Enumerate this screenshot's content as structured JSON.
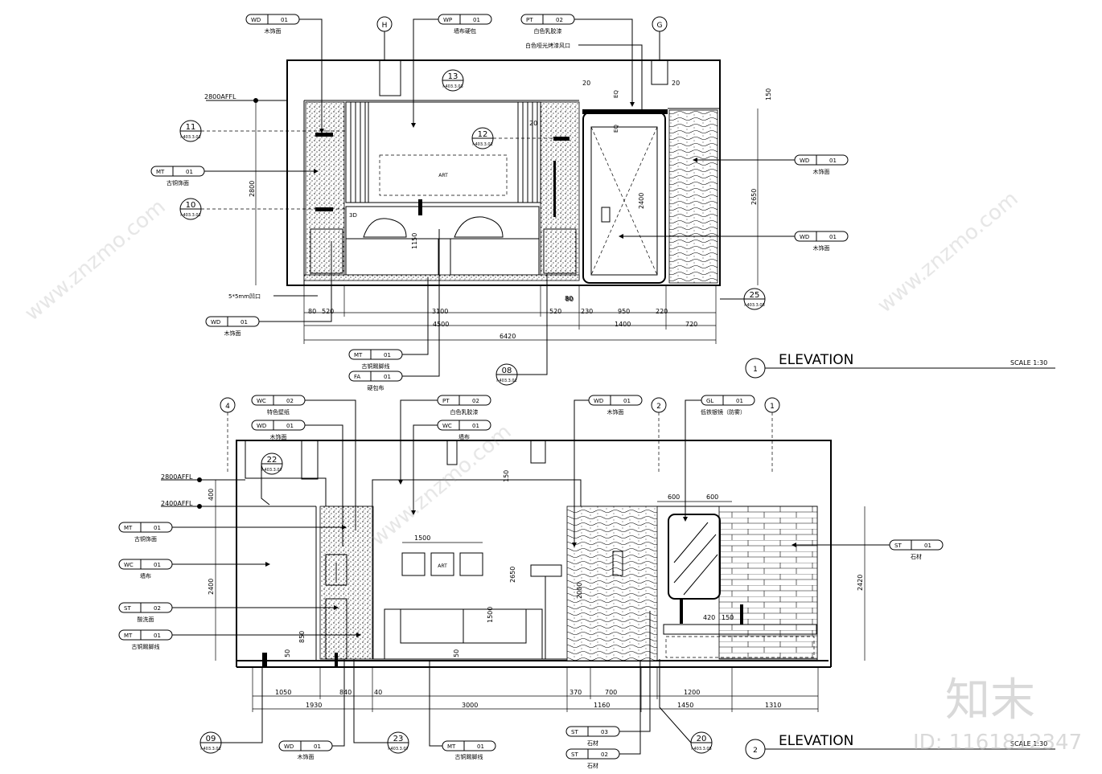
{
  "elevation1": {
    "title": "ELEVATION",
    "number": "1",
    "scale": "SCALE 1:30",
    "grids": [
      "H",
      "G"
    ],
    "levels": [
      "2800AFFL"
    ],
    "tags": [
      {
        "code": "WD",
        "num": "01",
        "label": "木饰面"
      },
      {
        "code": "WP",
        "num": "01",
        "label": "墙布硬包"
      },
      {
        "code": "PT",
        "num": "02",
        "label": "白色乳胶漆"
      },
      {
        "code": "MT",
        "num": "01",
        "label": "古铜饰面"
      },
      {
        "code": "WD",
        "num": "01",
        "label": "木饰面"
      },
      {
        "code": "WD",
        "num": "01",
        "label": "木饰面"
      },
      {
        "code": "WD",
        "num": "01",
        "label": "木饰面"
      },
      {
        "code": "MT",
        "num": "01",
        "label": "古铜踢脚线"
      },
      {
        "code": "FA",
        "num": "01",
        "label": "硬包布"
      }
    ],
    "note_vent": "白色哑光烤漆风口",
    "note_groove": "5*5mm凹口",
    "callouts": [
      {
        "num": "13",
        "ref": "I-403.3.03"
      },
      {
        "num": "11",
        "ref": "I-403.3.02"
      },
      {
        "num": "12",
        "ref": "I-403.3.02"
      },
      {
        "num": "10",
        "ref": "I-403.3.02"
      },
      {
        "num": "08",
        "ref": "I-403.3.02"
      },
      {
        "num": "25",
        "ref": "I-403.3.08"
      }
    ],
    "dims_bottom_row1": [
      "80",
      "520",
      "3100",
      "520",
      "80",
      "230",
      "950",
      "220"
    ],
    "dims_bottom_row2": [
      "4500",
      "1400",
      "720"
    ],
    "dims_total": "6420",
    "dims_misc": [
      "20",
      "20",
      "EQ",
      "EQ",
      "150",
      "2800",
      "2650",
      "2400",
      "1150",
      "20",
      "80"
    ],
    "art_label": "ART",
    "label_3d": "3D"
  },
  "elevation2": {
    "title": "ELEVATION",
    "number": "2",
    "scale": "SCALE 1:30",
    "grids": [
      "4",
      "2",
      "1"
    ],
    "levels": [
      "2800AFFL",
      "2400AFFL"
    ],
    "tags": [
      {
        "code": "WC",
        "num": "02",
        "label": "特色壁纸"
      },
      {
        "code": "WD",
        "num": "01",
        "label": "木饰面"
      },
      {
        "code": "PT",
        "num": "02",
        "label": "白色乳胶漆"
      },
      {
        "code": "WC",
        "num": "01",
        "label": "墙布"
      },
      {
        "code": "WD",
        "num": "01",
        "label": "木饰面"
      },
      {
        "code": "GL",
        "num": "01",
        "label": "低铁银镜（防雾）"
      },
      {
        "code": "MT",
        "num": "01",
        "label": "古铜饰面"
      },
      {
        "code": "WC",
        "num": "01",
        "label": "墙布"
      },
      {
        "code": "ST",
        "num": "02",
        "label": "酸洗面"
      },
      {
        "code": "MT",
        "num": "01",
        "label": "古铜踢脚线"
      },
      {
        "code": "ST",
        "num": "01",
        "label": "石材"
      },
      {
        "code": "WD",
        "num": "01",
        "label": "木饰面"
      },
      {
        "code": "MT",
        "num": "01",
        "label": "古铜踢脚线"
      },
      {
        "code": "ST",
        "num": "03",
        "label": "石材"
      },
      {
        "code": "ST",
        "num": "02",
        "label": "石材"
      }
    ],
    "callouts": [
      {
        "num": "22",
        "ref": "I-403.3.07"
      },
      {
        "num": "09",
        "ref": "I-403.3.02"
      },
      {
        "num": "23",
        "ref": "I-403.3.07"
      },
      {
        "num": "20",
        "ref": "I-403.3.05"
      }
    ],
    "dims_bottom_row1": [
      "1050",
      "840",
      "40",
      "370",
      "700",
      "1200"
    ],
    "dims_bottom_row2": [
      "1930",
      "3000",
      "1160",
      "1450",
      "1310"
    ],
    "dims_misc": [
      "400",
      "2400",
      "150",
      "1500",
      "2650",
      "1500",
      "600",
      "600",
      "2420",
      "2000",
      "420",
      "150",
      "850",
      "50",
      "50"
    ],
    "art_label": "ART"
  },
  "watermark": {
    "logo_text": "知末",
    "id_text": "ID: 1161812347",
    "site": "www.znzmo.com"
  }
}
